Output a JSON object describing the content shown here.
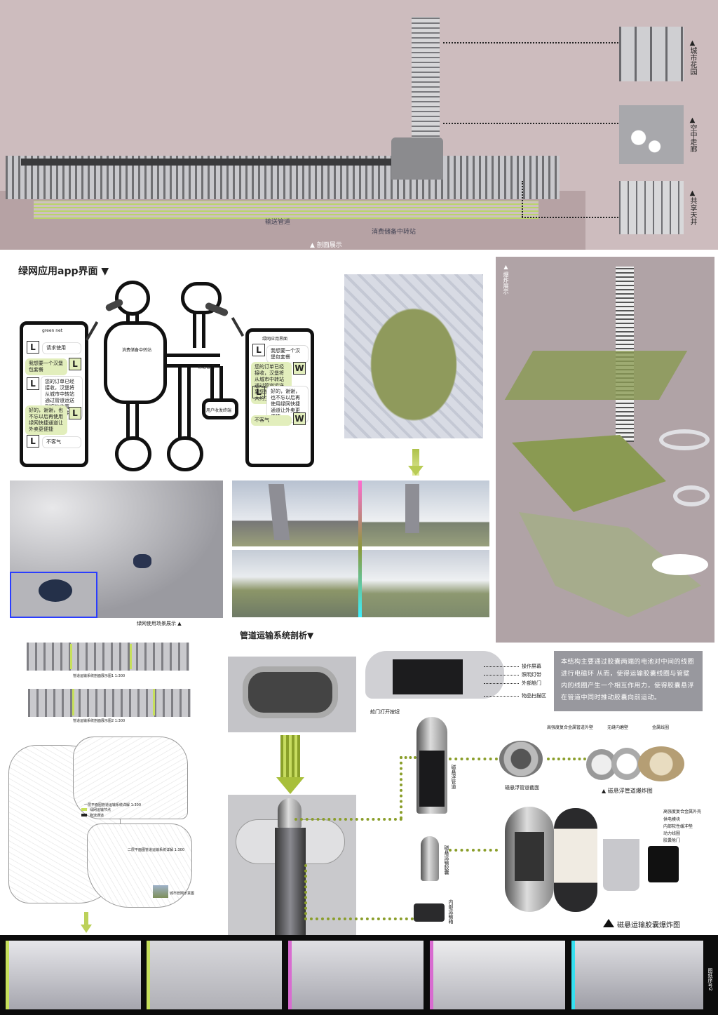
{
  "section_top": {
    "labels": {
      "sky_garden": "城市花园",
      "air_corridor": "空中走廊",
      "shared_atrium": "共享天井",
      "pipeline": "输送管道",
      "hub": "消费储备中转站",
      "caption": "▲ 剖面展示"
    }
  },
  "app": {
    "title": "绿网应用app界面 ▼",
    "left_phone": {
      "header": "green net",
      "messages": [
        {
          "tag": "L",
          "text": "请求使用"
        },
        {
          "tag": "L",
          "text": "我想要一个汉堡包套餐"
        },
        {
          "tag": "L",
          "text": "您的订单已经接收，汉堡将从城市中转站通过管道运送到您的位置，大约三分钟"
        },
        {
          "tag": "L",
          "text": "好的，谢谢，也不忘以后再使用绿网快捷通道让外卖更便捷"
        },
        {
          "tag": "L",
          "text": "不客气"
        }
      ]
    },
    "right_phone": {
      "header": "绿网应用界面",
      "messages": [
        {
          "tag": "L",
          "text": "我想要一个汉堡包套餐"
        },
        {
          "tag": "W",
          "text": "您的订单已经接收，汉堡将从城市中转站通过管道运送到您的位置，大约三分钟"
        },
        {
          "tag": "L",
          "text": "好的，谢谢，也不忘以后再使用绿网快捷通道让外卖更便捷"
        },
        {
          "tag": "W",
          "text": "不客气"
        }
      ]
    },
    "diagram": {
      "center_node": "消费储备中转站",
      "pipe_label": "输送管道",
      "user_label": "用户收发终端"
    }
  },
  "renders": {
    "interior_caption": "绿网使用场景展示 ▲"
  },
  "right_panel": {
    "title": "▲ 爆炸展示"
  },
  "pipeline": {
    "title": "管道运输系统剖析▼",
    "section_caption_1": "管道运输系统剖面展示图1 1:300",
    "section_caption_2": "管道运输系统剖面展示图2 1:300",
    "plan_caption_1": "一层平面图管道运输系统详解 1:300",
    "plan_caption_2": "二层平面图管道运输系统详解 1:300",
    "legend_1": "绿网运输节点",
    "legend_2": "物流通道",
    "photo_caption": "城市管网示意图",
    "capsule_labels": {
      "control": "操作屏幕",
      "lighting": "照明灯带",
      "outer_door": "外部舱门",
      "scan": "物品扫描区",
      "door_button": "舱门打开按钮"
    },
    "description": "本结构主要通过胶囊两端的电池对中间的线圈进行电磁环 从而，使得运输胶囊线圈与管壁内的线圈产生一个相互作用力，使得胶囊悬浮在管道中同时推动胶囊向前运动。",
    "tube_labels": {
      "tube": "磁悬浮管道",
      "tube_section": "磁悬浮管道截面",
      "alloy_wall": "高强度复合金属管道外壁",
      "inner_wall": "无缝内磨壁",
      "coil": "金属线圈",
      "tube_explode": "▲ 磁悬浮管道爆炸图"
    },
    "capsule_parts": {
      "shell": "高强度复合金属外壳",
      "battery": "供电模块",
      "inner": "内部软性缓冲垫",
      "door": "动力线圈",
      "cabin": "胶囊舱门",
      "capsule": "磁悬运输胶囊",
      "terminal": "内部运输箱",
      "explode_title": "磁悬运输胶囊爆炸图"
    }
  },
  "bottom": {
    "page_tag": "图纸序号2"
  }
}
